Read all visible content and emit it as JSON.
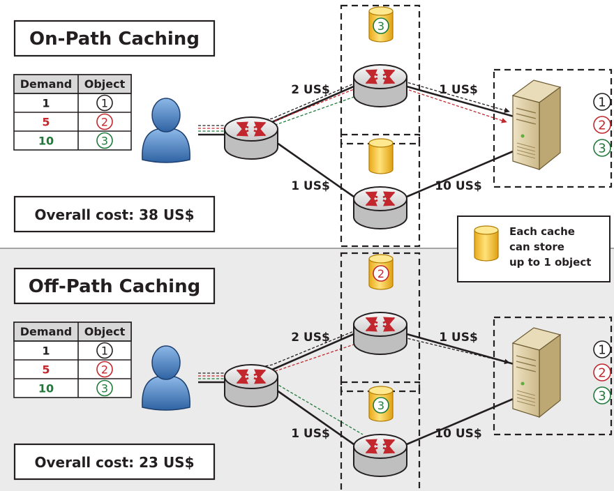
{
  "colors": {
    "black": "#231f20",
    "red": "#c1272d",
    "green": "#1f7a3a",
    "bottom_bg": "#ebebeb",
    "cache_fill": "#f5c63a",
    "user_fill": "#4f86c6",
    "server_fill": "#d9c9a3"
  },
  "legend": {
    "lines": [
      "Each cache",
      "can store",
      "up to 1 object"
    ]
  },
  "panels": [
    {
      "id": "on-path",
      "title": "On-Path Caching",
      "table": {
        "headers": [
          "Demand",
          "Object"
        ],
        "rows": [
          {
            "demand": "1",
            "object": "1",
            "color": "black"
          },
          {
            "demand": "5",
            "object": "2",
            "color": "red"
          },
          {
            "demand": "10",
            "object": "3",
            "color": "green"
          }
        ]
      },
      "cost": "Overall cost:  38 US$",
      "link_labels": {
        "user_to_top": "2 US$",
        "user_to_bottom": "1 US$",
        "top_to_server": "1 US$",
        "bottom_to_server": "10 US$"
      },
      "top_cache": {
        "object": "3",
        "color": "green"
      },
      "bottom_cache": {
        "object": "",
        "color": "black"
      },
      "server_objects": [
        {
          "object": "1",
          "color": "black"
        },
        {
          "object": "2",
          "color": "red"
        },
        {
          "object": "3",
          "color": "green"
        }
      ]
    },
    {
      "id": "off-path",
      "title": "Off-Path Caching",
      "table": {
        "headers": [
          "Demand",
          "Object"
        ],
        "rows": [
          {
            "demand": "1",
            "object": "1",
            "color": "black"
          },
          {
            "demand": "5",
            "object": "2",
            "color": "red"
          },
          {
            "demand": "10",
            "object": "3",
            "color": "green"
          }
        ]
      },
      "cost": "Overall cost: 23 US$",
      "link_labels": {
        "user_to_top": "2 US$",
        "user_to_bottom": "1 US$",
        "top_to_server": "1 US$",
        "bottom_to_server": "10 US$"
      },
      "top_cache": {
        "object": "2",
        "color": "red"
      },
      "bottom_cache": {
        "object": "3",
        "color": "green"
      },
      "server_objects": [
        {
          "object": "1",
          "color": "black"
        },
        {
          "object": "2",
          "color": "red"
        },
        {
          "object": "3",
          "color": "green"
        }
      ]
    }
  ]
}
